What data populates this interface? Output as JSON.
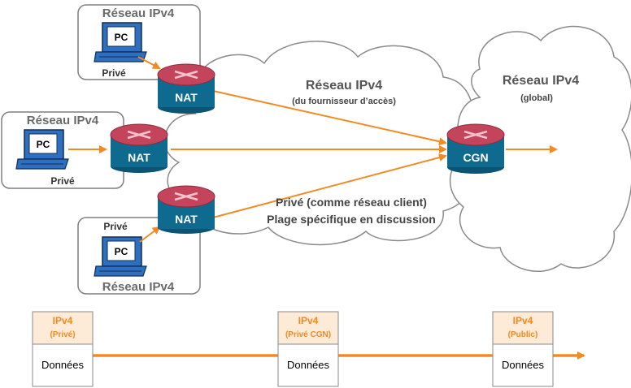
{
  "colors": {
    "accent": "#f28a24",
    "router_top": "#c4455b",
    "router_body": "#0e6a8f",
    "cloud_stroke": "#8a8a8a",
    "box_stroke": "#7f7f7f",
    "pc_screen": "#2f6fbf",
    "packet_header": "#fdebd8"
  },
  "sites": [
    {
      "title": "Réseau IPv4",
      "label": "Privé",
      "pc": "PC"
    },
    {
      "title": "Réseau IPv4",
      "label": "Privé",
      "pc": "PC"
    },
    {
      "title": "Réseau IPv4",
      "label": "Privé",
      "pc": "PC"
    }
  ],
  "routers": {
    "nat_top": "NAT",
    "nat_mid": "NAT",
    "nat_bot": "NAT",
    "cgn": "CGN"
  },
  "clouds": {
    "isp": {
      "title": "Réseau IPv4",
      "subtitle": "(du fournisseur d’accès)",
      "note_line1": "Privé (comme réseau client)",
      "note_line2": "Plage spécifique en discussion"
    },
    "global": {
      "title": "Réseau IPv4",
      "subtitle": "(global)"
    }
  },
  "packets": [
    {
      "proto": "IPv4",
      "scope": "(Privé)",
      "payload": "Données"
    },
    {
      "proto": "IPv4",
      "scope": "(Privé CGN)",
      "payload": "Données"
    },
    {
      "proto": "IPv4",
      "scope": "(Public)",
      "payload": "Données"
    }
  ]
}
